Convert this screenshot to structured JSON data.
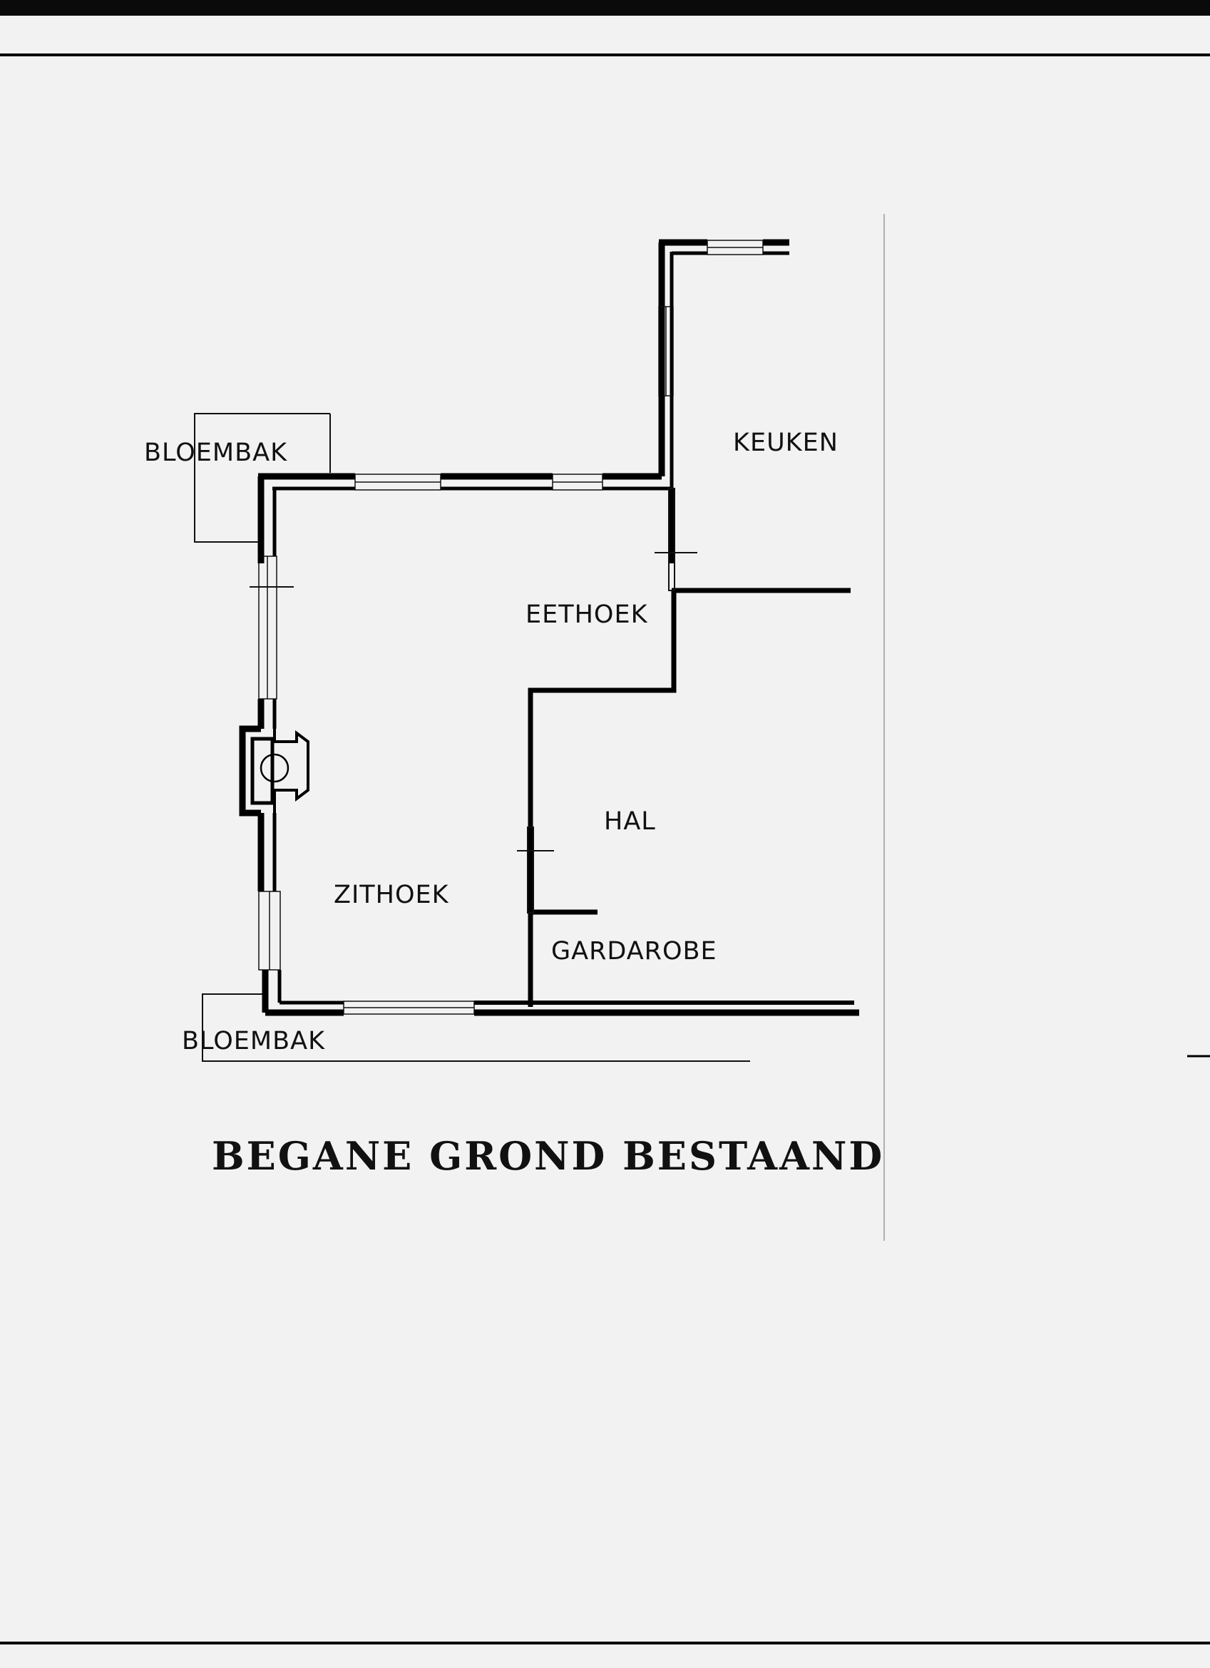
{
  "title": "BEGANE GROND BESTAAND",
  "rooms": {
    "bloembak_top": "BLOEMBAK",
    "keuken": "KEUKEN",
    "eethoek": "EETHOEK",
    "hal": "HAL",
    "zithoek": "ZITHOEK",
    "gardarobe": "GARDAROBE",
    "bloembak_bottom": "BLOEMBAK"
  },
  "colors": {
    "paper": "#f2f2f2",
    "ink": "#111111",
    "frame": "#000000"
  }
}
